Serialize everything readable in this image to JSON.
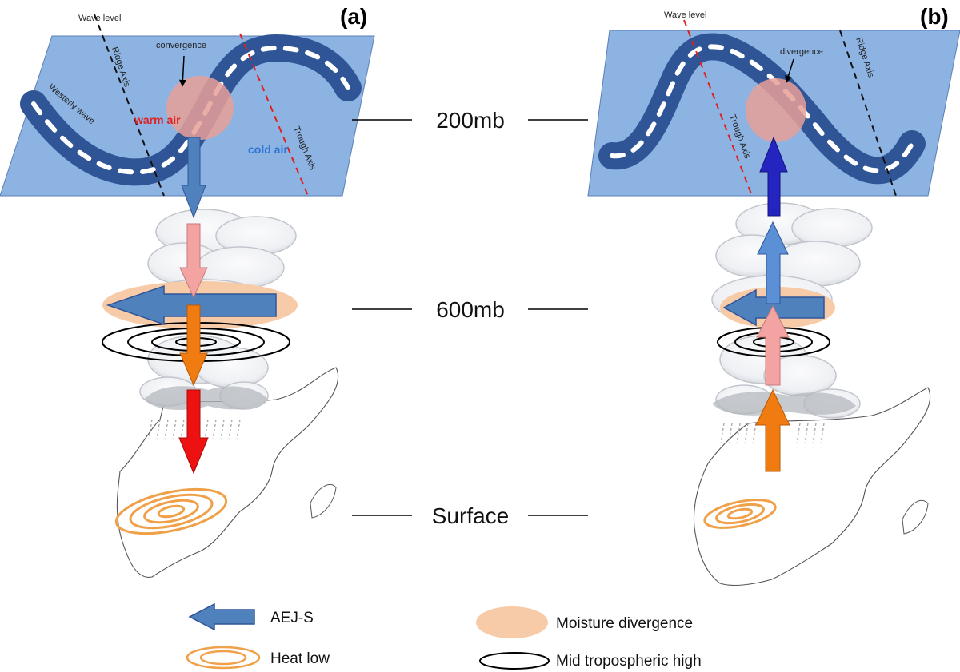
{
  "panels": [
    {
      "label": "(a)",
      "wave_level": "Wave level",
      "ridge_axis": "Ridge Axis",
      "trough_axis": "Trough Axis",
      "flow_label": "convergence",
      "westerly_wave": "Westerly wave",
      "warm_air": "warm air",
      "cold_air": "cold air"
    },
    {
      "label": "(b)",
      "wave_level": "Wave level",
      "ridge_axis": "Ridge Axis",
      "trough_axis": "Trough Axis",
      "flow_label": "divergence"
    }
  ],
  "levels": [
    "200mb",
    "600mb",
    "Surface"
  ],
  "legend": {
    "aej": "AEJ-S",
    "heat_low": "Heat low",
    "moisture": "Moisture divergence",
    "mid_high": "Mid tropospheric high"
  },
  "colors": {
    "plane_fill": "#8db3e2",
    "wave_band": "#2f5597",
    "axis_red": "#e02020",
    "warm_text": "#e02020",
    "cold_text": "#2e75d6",
    "pink_blob": "#e8a098",
    "arrow_steel": "#4f81bd",
    "arrow_pink": "#f4a3a3",
    "arrow_orange": "#f07b10",
    "arrow_red": "#ee1111",
    "arrow_navy": "#2424c0",
    "arrow_skyblue": "#5b8fd6",
    "moisture_fill": "#f8cba8",
    "heat_low": "#f0a048"
  }
}
